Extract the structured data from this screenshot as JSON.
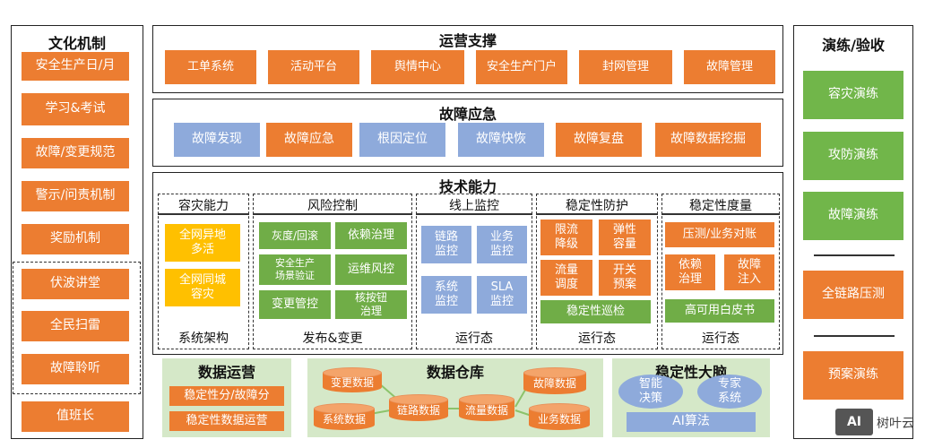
{
  "culture": {
    "title": "文化机制",
    "items": [
      "安全生产日/月",
      "学习&考试",
      "故障/变更规范",
      "警示/问责机制",
      "奖励机制"
    ],
    "dashed_items": [
      "伏波讲堂",
      "全民扫雷",
      "故障聆听"
    ],
    "last_item": "值班长"
  },
  "ops_support": {
    "title": "运营支撑",
    "items": [
      "工单系统",
      "活动平台",
      "舆情中心",
      "安全生产门户",
      "封网管理",
      "故障管理"
    ]
  },
  "fault_response": {
    "title": "故障应急",
    "items": [
      "故障发现",
      "故障应急",
      "根因定位",
      "故障快恢",
      "故障复盘",
      "故障数据挖掘"
    ]
  },
  "tech": {
    "title": "技术能力",
    "dr": {
      "title": "容灾能力",
      "items": [
        "全网异地\n多活",
        "全网同城\n容灾"
      ],
      "footer": "系统架构"
    },
    "risk": {
      "title": "风险控制",
      "items": [
        "灰度/回滚",
        "依赖治理",
        "安全生产\n场景验证",
        "运维风控",
        "变更管控",
        "核按钮\n治理"
      ],
      "footer": "发布&变更"
    },
    "monitor": {
      "title": "线上监控",
      "items": [
        "链路\n监控",
        "业务\n监控",
        "系统\n监控",
        "SLA\n监控"
      ],
      "footer": "运行态"
    },
    "protect": {
      "title": "稳定性防护",
      "items": [
        "限流\n降级",
        "弹性\n容量",
        "流量\n调度",
        "开关\n预案"
      ],
      "wide": "稳定性巡检",
      "footer": "运行态"
    },
    "measure": {
      "title": "稳定性度量",
      "top": "压测/业务对账",
      "items": [
        "依赖\n治理",
        "故障\n注入"
      ],
      "wide": "高可用白皮书",
      "footer": "运行态"
    }
  },
  "data_ops": {
    "title": "数据运营",
    "items": [
      "稳定性分/故障分",
      "稳定性数据运营"
    ]
  },
  "warehouse": {
    "title": "数据仓库",
    "items": [
      "变更数据",
      "故障数据",
      "链路数据",
      "流量数据",
      "系统数据",
      "业务数据"
    ]
  },
  "brain": {
    "title": "稳定性大脑",
    "items": [
      "智能\n决策",
      "专家\n系统"
    ],
    "bar": "AI算法"
  },
  "drill": {
    "title": "演练/验收",
    "items": [
      "容灾演练",
      "攻防演练",
      "故障演练",
      "全链路压测",
      "预案演练"
    ]
  },
  "watermark": {
    "logo": "AI",
    "text": "树叶云"
  },
  "colors": {
    "orange": "#ec7d31",
    "blue": "#8eaadb",
    "yellow": "#ffc000",
    "green": "#70ad47",
    "light_green_panel": "#d5e8c8"
  }
}
